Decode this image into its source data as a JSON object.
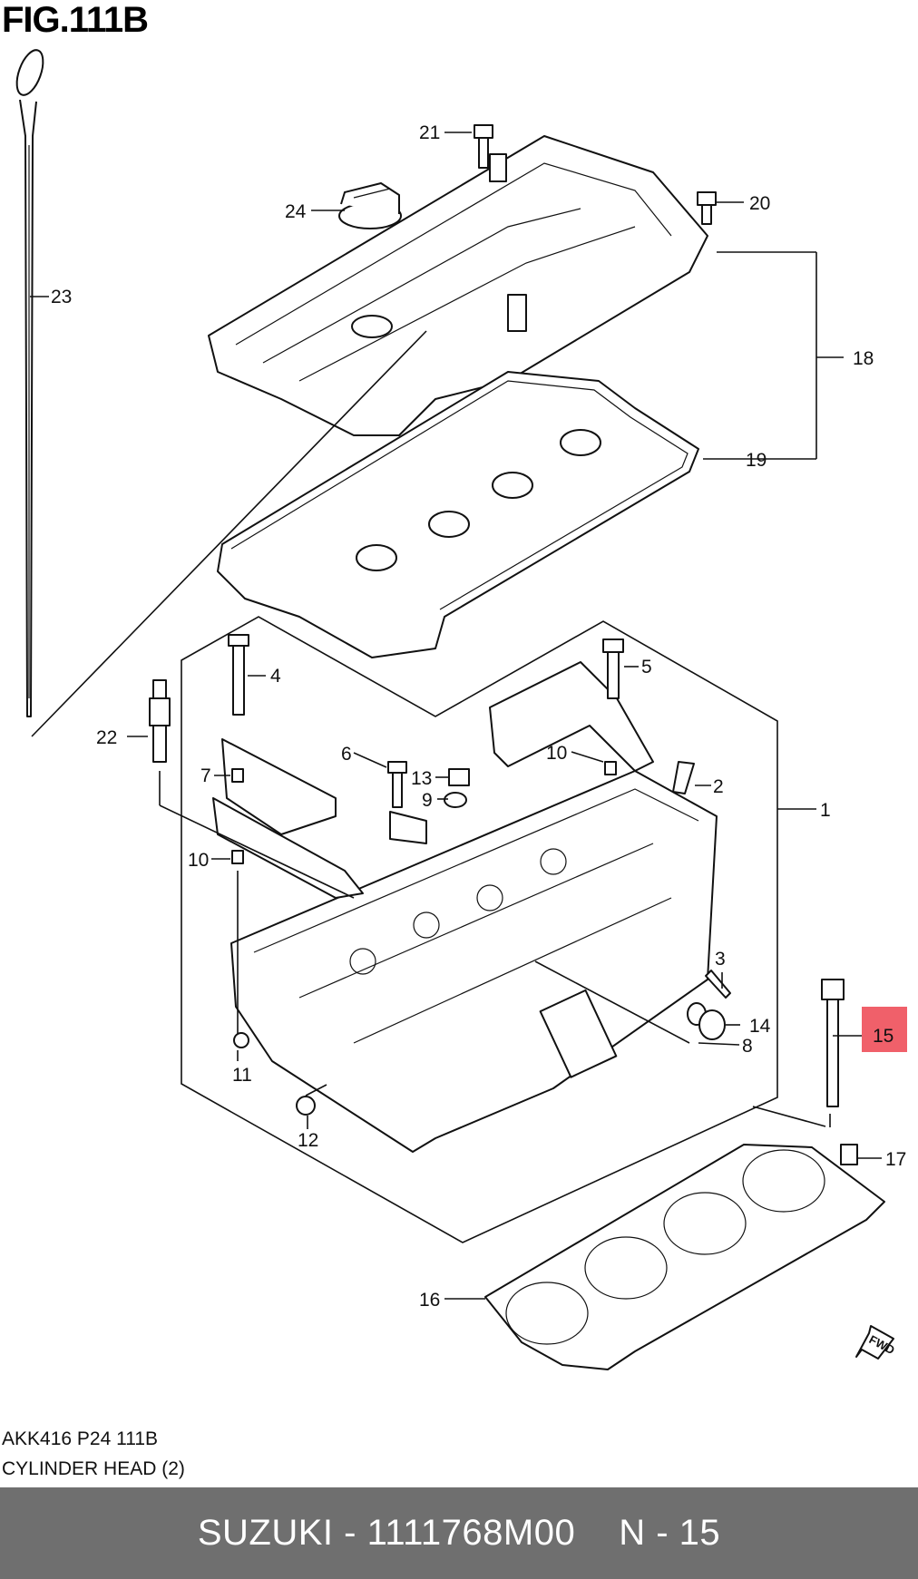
{
  "figure": {
    "title": "FIG.111B"
  },
  "callouts": {
    "c1": "1",
    "c2": "2",
    "c3": "3",
    "c4": "4",
    "c5": "5",
    "c6": "6",
    "c7": "7",
    "c8": "8",
    "c9": "9",
    "c10a": "10",
    "c10b": "10",
    "c11": "11",
    "c12": "12",
    "c13": "13",
    "c14": "14",
    "c15": "15",
    "c16": "16",
    "c17": "17",
    "c18": "18",
    "c19": "19",
    "c20": "20",
    "c21": "21",
    "c22": "22",
    "c23": "23",
    "c24": "24"
  },
  "highlight": {
    "part": "15",
    "color": "#f0606a"
  },
  "fwd_label": "FWD",
  "caption": {
    "code": "AKK416 P24 111B",
    "title": "CYLINDER HEAD (2)"
  },
  "footer": {
    "part_number": "SUZUKI - 1111768M00",
    "ref": "N - 15",
    "background": "#6f6f6f"
  }
}
